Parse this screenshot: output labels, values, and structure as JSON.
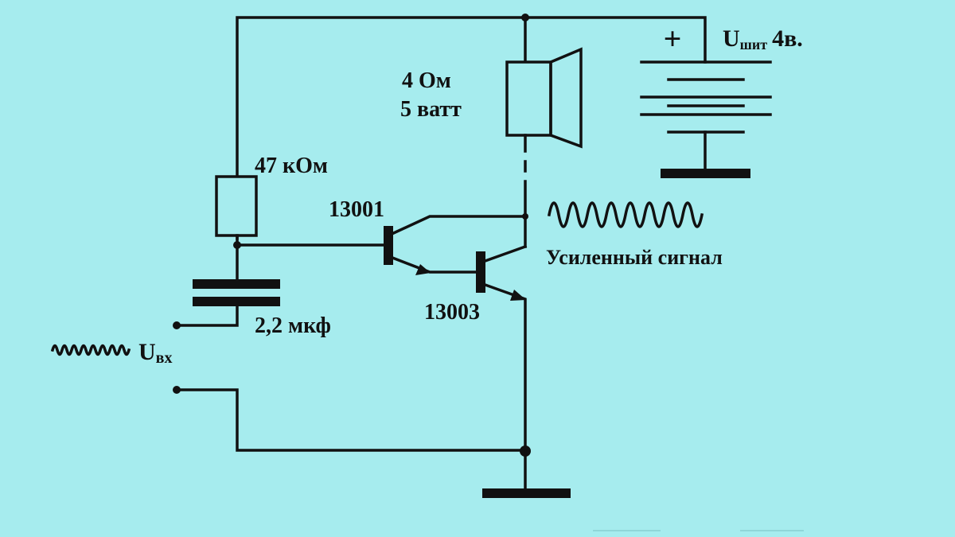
{
  "resistor": {
    "label": "47 кОм"
  },
  "speaker": {
    "label_line1": "4 Ом",
    "label_line2": "5 ватт"
  },
  "battery": {
    "plus": "+",
    "label_main": "U",
    "label_sub": "шит",
    "label_value": "4в."
  },
  "transistor_q1": {
    "label": "13001"
  },
  "transistor_q2": {
    "label": "13003"
  },
  "capacitor": {
    "label": "2,2 мкф"
  },
  "input": {
    "label_main": "U",
    "label_sub": "вх"
  },
  "output": {
    "label": "Усиленный сигнал"
  },
  "colors": {
    "background": "#a6ecee",
    "ink": "#111111"
  }
}
